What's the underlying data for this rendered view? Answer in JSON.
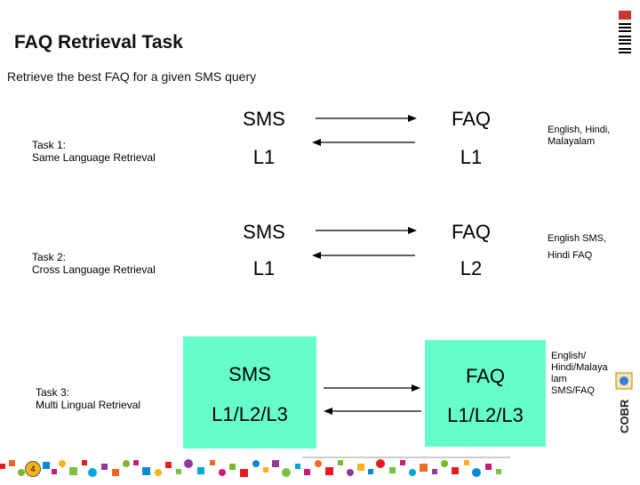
{
  "title": "FAQ Retrieval Task",
  "subtitle": "Retrieve the best FAQ for a given SMS query",
  "tasks": [
    {
      "label_line1": "Task 1:",
      "label_line2": "Same Language Retrieval",
      "left_top": "SMS",
      "left_bottom": "L1",
      "right_top": "FAQ",
      "right_bottom": "L1",
      "note_line1": "English, Hindi,",
      "note_line2": "Malayalam"
    },
    {
      "label_line1": "Task 2:",
      "label_line2": "Cross Language Retrieval",
      "left_top": "SMS",
      "left_bottom": "L1",
      "right_top": "FAQ",
      "right_bottom": "L2",
      "note_line1": "English SMS,",
      "note_line2": "Hindi FAQ"
    },
    {
      "label_line1": "Task 3:",
      "label_line2": "Multi Lingual Retrieval",
      "left_top": "SMS",
      "left_bottom": "L1/L2/L3",
      "right_top": "FAQ",
      "right_bottom": "L1/L2/L3",
      "note_lines": [
        "English/",
        "Hindi/Malaya",
        "lam",
        "SMS/FAQ"
      ]
    }
  ],
  "page_number": "4",
  "logos": {
    "ibm": "IBM",
    "cobr": "COBR"
  },
  "colors": {
    "box": "#66ffcc",
    "arrow": "#000000"
  }
}
